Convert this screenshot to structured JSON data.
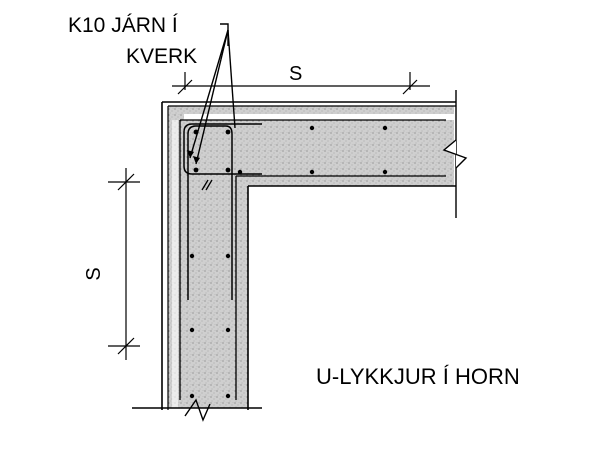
{
  "diagram": {
    "callout_line1": "K10 JÁRN Í",
    "callout_line2": "KVERK",
    "spacing_label_horizontal": "S",
    "spacing_label_vertical": "S",
    "caption": "U-LYKKJUR Í HORN"
  },
  "colors": {
    "ink": "#000000",
    "concrete_fill": "#c9c9c9",
    "concrete_speckle": "#8a8a8a",
    "background": "#ffffff"
  }
}
